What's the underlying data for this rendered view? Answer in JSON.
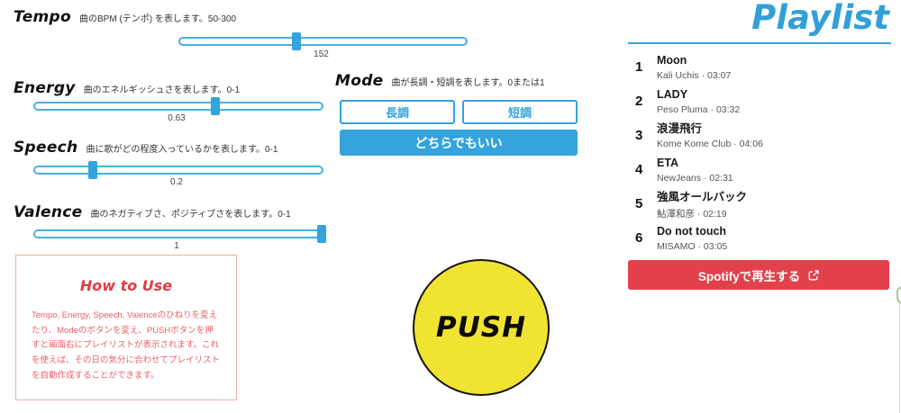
{
  "colors": {
    "accent_blue": "#35a3dc",
    "playlist_blue": "#339fd8",
    "spotify_red": "#e2414b",
    "howto_border_red": "#f1aeae",
    "howto_text_red": "#ea5f66",
    "push_yellow": "#f1e332",
    "embed_green": "#a6cc92"
  },
  "sliders": [
    {
      "label": "Tempo",
      "desc": "曲のBPM (テンポ) を表します。50-300",
      "value": "152",
      "pct": 40.8
    },
    {
      "label": "Energy",
      "desc": "曲のエネルギッシュさを表します。0-1",
      "value": "0.63",
      "pct": 63
    },
    {
      "label": "Speech",
      "desc": "曲に歌がどの程度入っているかを表します。0-1",
      "value": "0.2",
      "pct": 20
    },
    {
      "label": "Valence",
      "desc": "曲のネガティブさ、ポジティブさを表します。0-1",
      "value": "1",
      "pct": 100
    }
  ],
  "mode": {
    "label": "Mode",
    "desc": "曲が長調・短調を表します。0または1",
    "major_label": "長調",
    "minor_label": "短調",
    "either_label": "どちらでもいい",
    "selected": "どちらでもいい"
  },
  "how_to_use": {
    "title": "How to Use",
    "body": "Tempo, Energy, Speech, Valenceのひねりを変えたり、Modeのボタンを変え、PUSHボタンを押すと画面右にプレイリストが表示されます。これを使えば、その日の気分に合わせてプレイリストを自動作成することができます。"
  },
  "push_button": {
    "label": "PUSH"
  },
  "playlist": {
    "title": "Playlist",
    "tracks": [
      {
        "num": "1",
        "title": "Moon",
        "subtitle": "Kali Uchis · 03:07"
      },
      {
        "num": "2",
        "title": "LADY",
        "subtitle": "Peso Pluma · 03:32"
      },
      {
        "num": "3",
        "title": "浪漫飛行",
        "subtitle": "Kome Kome Club · 04:06"
      },
      {
        "num": "4",
        "title": "ETA",
        "subtitle": "NewJeans · 02:31"
      },
      {
        "num": "5",
        "title": "強風オールバック",
        "subtitle": "鮎澤和彦 · 02:19"
      },
      {
        "num": "6",
        "title": "Do not touch",
        "subtitle": "MISAMO · 03:05"
      }
    ],
    "spotify_label": "Spotifyで再生する",
    "external_link_icon": "external-link"
  }
}
